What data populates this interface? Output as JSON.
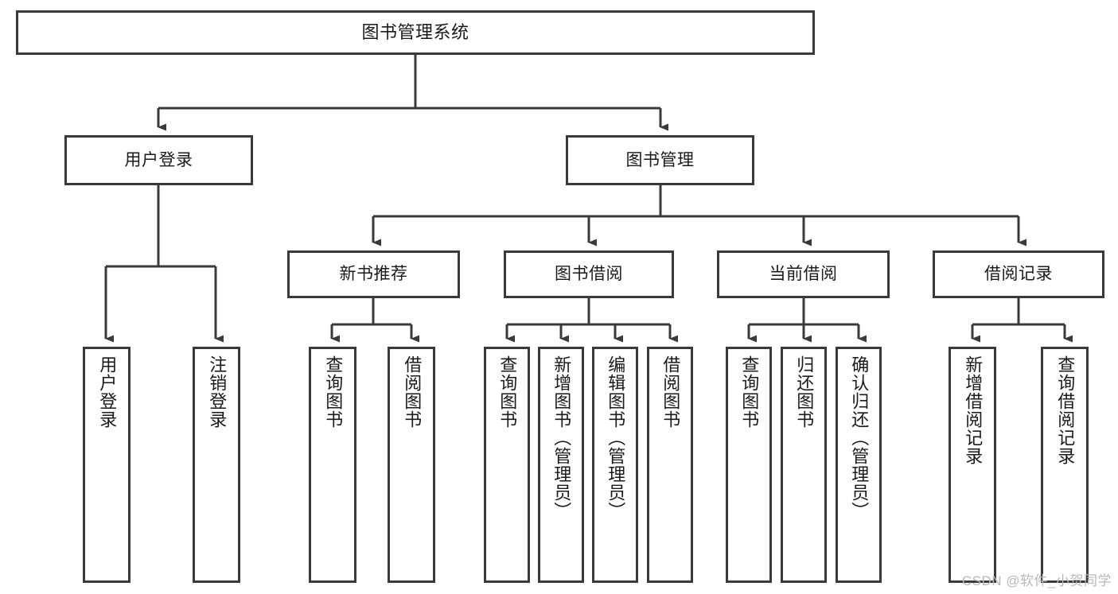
{
  "diagram": {
    "title": "图书管理系统",
    "type": "hierarchy-tree",
    "root": {
      "label": "图书管理系统"
    },
    "level2": [
      {
        "label": "用户登录"
      },
      {
        "label": "图书管理"
      }
    ],
    "level3": [
      {
        "label": "新书推荐"
      },
      {
        "label": "图书借阅"
      },
      {
        "label": "当前借阅"
      },
      {
        "label": "借阅记录"
      }
    ],
    "leaves": {
      "user_login": [
        {
          "label": "用户登录"
        },
        {
          "label": "注销登录"
        }
      ],
      "new_book_recommend": [
        {
          "label": "查询图书"
        },
        {
          "label": "借阅图书"
        }
      ],
      "book_borrow": [
        {
          "label": "查询图书"
        },
        {
          "label": "新增图书（管理员）"
        },
        {
          "label": "编辑图书（管理员）"
        },
        {
          "label": "借阅图书"
        }
      ],
      "current_borrow": [
        {
          "label": "查询图书"
        },
        {
          "label": "归还图书"
        },
        {
          "label": "确认归还（管理员）"
        }
      ],
      "borrow_record": [
        {
          "label": "新增借阅记录"
        },
        {
          "label": "查询借阅记录"
        }
      ]
    }
  },
  "watermark": {
    "text": "CSDN @软件_小贺同学"
  },
  "colors": {
    "stroke": "#3a3a3a",
    "fill": "#ffffff",
    "text": "#1a1a1a",
    "watermark": "#b8b8b8"
  }
}
